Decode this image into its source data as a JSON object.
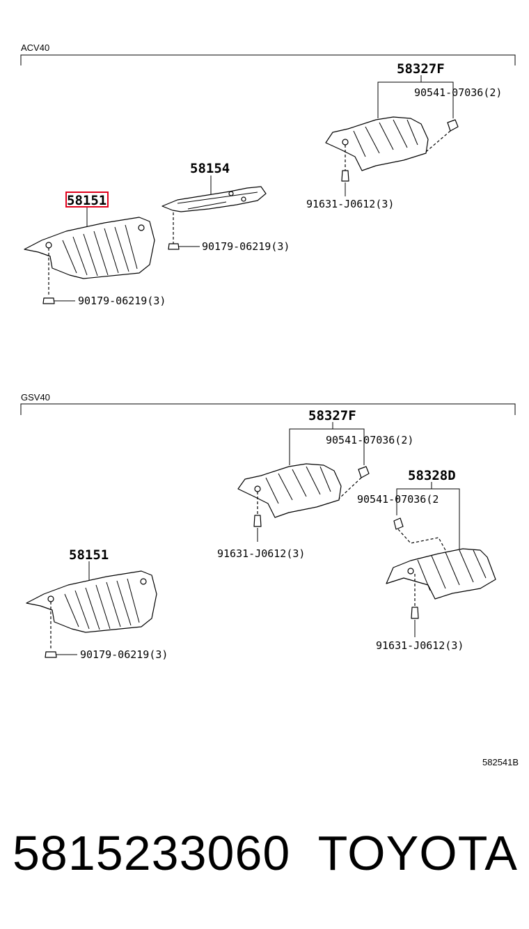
{
  "sections": [
    {
      "model": "ACV40",
      "parts": {
        "heat_insulator_front": "58151",
        "heat_insulator_center": "58154",
        "heat_insulator_rear": "58327F",
        "nut_front": "90179-06219(3)",
        "nut_center": "90179-06219(3)",
        "clip_rear": "90541-07036(2)",
        "bolt_rear": "91631-J0612(3)"
      }
    },
    {
      "model": "GSV40",
      "parts": {
        "heat_insulator_front": "58151",
        "heat_insulator_rear": "58327F",
        "heat_insulator_side": "58328D",
        "nut_front": "90179-06219(3)",
        "clip_rear": "90541-07036(2)",
        "bolt_rear": "91631-J0612(3)",
        "clip_side": "90541-07036(2",
        "bolt_side": "91631-J0612(3)"
      }
    }
  ],
  "figure_code": "582541B",
  "footer": {
    "part_number": "5815233060",
    "brand": "TOYOTA"
  },
  "highlight": {
    "color": "#e0001b",
    "part": "58151"
  }
}
